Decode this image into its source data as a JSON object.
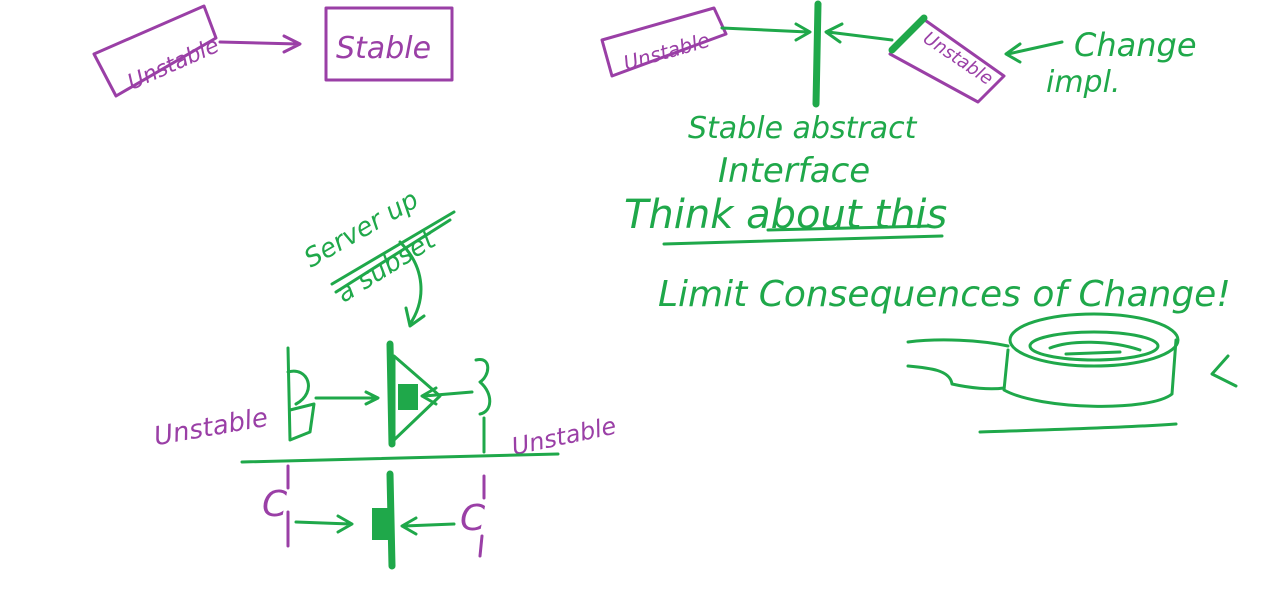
{
  "colors": {
    "purple": "#9a3fa6",
    "green": "#1fa84a",
    "background": "#ffffff"
  },
  "left_top": {
    "unstable_label": "Unstable",
    "stable_label": "Stable"
  },
  "right_top": {
    "unstable_left_label": "Unstable",
    "unstable_right_label": "Unstable",
    "change_label_line1": "Change",
    "change_label_line2": "impl.",
    "stable_abstract_line1": "Stable abstract",
    "stable_abstract_line2": "Interface",
    "think_about_this": "Think about this",
    "limit_consequences": "Limit Consequences of Change!"
  },
  "left_bottom": {
    "server_subset_line1": "Server up",
    "server_subset_line2": "a subset",
    "unstable_left_label": "Unstable",
    "unstable_right_label": "Unstable",
    "bottom_left_letter": "C",
    "bottom_right_letter": "C"
  }
}
